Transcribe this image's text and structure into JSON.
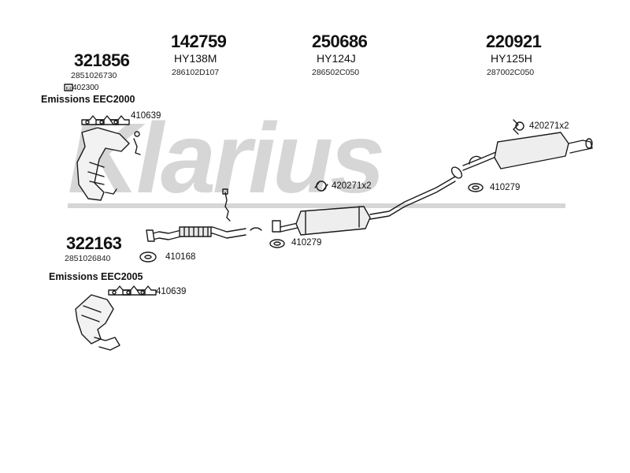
{
  "watermark": "Klarius",
  "groups": [
    {
      "ref": "321856",
      "oem": "2851026730"
    },
    {
      "ref": "142759",
      "code": "HY138M",
      "oem": "286102D107"
    },
    {
      "ref": "250686",
      "code": "HY124J",
      "oem": "286502C050"
    },
    {
      "ref": "220921",
      "code": "HY125H",
      "oem": "287002C050"
    },
    {
      "ref": "322163",
      "oem": "2851026840"
    }
  ],
  "kit": {
    "prefix": "Kit",
    "number": "402300"
  },
  "emissions": [
    "Emissions EEC2000",
    "Emissions EEC2005"
  ],
  "parts": {
    "gasket_set_top": "410639",
    "hanger_right": "420271x2",
    "hanger_mid": "420271x2",
    "gasket_right": "410279",
    "gasket_mid": "410279",
    "gasket_front": "410168",
    "gasket_set_bottom": "410639"
  },
  "colors": {
    "line": "#1a1a1a",
    "watermark": "#cfcfcf",
    "fill": "#e8e8e8"
  }
}
